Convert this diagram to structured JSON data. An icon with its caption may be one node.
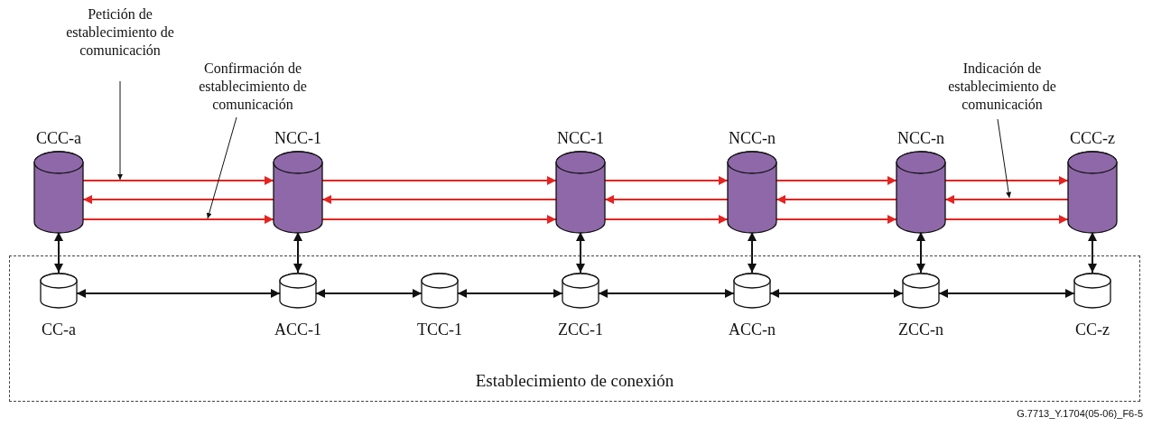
{
  "diagram": {
    "nodes": [
      {
        "text": [
          "CCC-a"
        ]
      },
      {
        "text": [
          "NCC-1"
        ]
      },
      {
        "text": [
          "NCC-1"
        ]
      },
      {
        "text": [
          "NCC-n"
        ]
      },
      {
        "text": [
          "NCC-n"
        ]
      },
      {
        "text": [
          "CCC-z"
        ]
      },
      {
        "text": [
          "Establecimiento de conexión"
        ]
      },
      {
        "text": [
          "CC-a"
        ],
        "in": 6
      },
      {
        "text": [
          "ACC-1"
        ],
        "in": 6
      },
      {
        "text": [
          "TCC-1"
        ],
        "in": 6
      },
      {
        "text": [
          "ZCC-1"
        ],
        "in": 6
      },
      {
        "text": [
          "ACC-n"
        ],
        "in": 6
      },
      {
        "text": [
          "ZCC-n"
        ],
        "in": 6
      },
      {
        "text": [
          "CC-z"
        ],
        "in": 6
      },
      {
        "text": [
          "Petición de establecimiento de comunicación"
        ]
      },
      {
        "text": [
          "Confirmación de establecimiento de comunicación"
        ]
      },
      {
        "text": [
          "Indicación de establecimiento de comunicación"
        ]
      }
    ],
    "edges": [
      {
        "from": 0,
        "to": 1,
        "arrow": "to",
        "color": "#e52421"
      },
      {
        "from": 1,
        "to": 0,
        "arrow": "to",
        "color": "#e52421"
      },
      {
        "from": 0,
        "to": 1,
        "arrow": "to",
        "color": "#e52421"
      },
      {
        "from": 1,
        "to": 2,
        "arrow": "to",
        "color": "#e52421"
      },
      {
        "from": 2,
        "to": 1,
        "arrow": "to",
        "color": "#e52421"
      },
      {
        "from": 1,
        "to": 2,
        "arrow": "to",
        "color": "#e52421"
      },
      {
        "from": 2,
        "to": 3,
        "arrow": "to",
        "color": "#e52421"
      },
      {
        "from": 3,
        "to": 2,
        "arrow": "to",
        "color": "#e52421"
      },
      {
        "from": 2,
        "to": 3,
        "arrow": "to",
        "color": "#e52421"
      },
      {
        "from": 3,
        "to": 4,
        "arrow": "to",
        "color": "#e52421"
      },
      {
        "from": 4,
        "to": 3,
        "arrow": "to",
        "color": "#e52421"
      },
      {
        "from": 3,
        "to": 4,
        "arrow": "to",
        "color": "#e52421"
      },
      {
        "from": 4,
        "to": 5,
        "arrow": "to",
        "color": "#e52421"
      },
      {
        "from": 5,
        "to": 4,
        "arrow": "to",
        "color": "#e52421"
      },
      {
        "from": 4,
        "to": 5,
        "arrow": "to",
        "color": "#e52421"
      },
      {
        "from": 0,
        "to": 7,
        "arrow": "both",
        "color": "#111111"
      },
      {
        "from": 1,
        "to": 8,
        "arrow": "both",
        "color": "#111111"
      },
      {
        "from": 2,
        "to": 10,
        "arrow": "both",
        "color": "#111111"
      },
      {
        "from": 3,
        "to": 11,
        "arrow": "both",
        "color": "#111111"
      },
      {
        "from": 4,
        "to": 12,
        "arrow": "both",
        "color": "#111111"
      },
      {
        "from": 5,
        "to": 13,
        "arrow": "both",
        "color": "#111111"
      },
      {
        "from": 7,
        "to": 8,
        "arrow": "both",
        "color": "#111111"
      },
      {
        "from": 8,
        "to": 9,
        "arrow": "both",
        "color": "#111111"
      },
      {
        "from": 9,
        "to": 10,
        "arrow": "both",
        "color": "#111111"
      },
      {
        "from": 10,
        "to": 11,
        "arrow": "both",
        "color": "#111111"
      },
      {
        "from": 11,
        "to": 12,
        "arrow": "both",
        "color": "#111111"
      },
      {
        "from": 12,
        "to": 13,
        "arrow": "both",
        "color": "#111111"
      },
      {
        "from": 14,
        "to": null,
        "arrow": "to",
        "color": "#111111"
      },
      {
        "from": 15,
        "to": null,
        "arrow": "to",
        "color": "#111111"
      },
      {
        "from": 16,
        "to": null,
        "arrow": "to",
        "color": "#111111"
      }
    ],
    "labels": [
      "G.7713_Y.1704(05-06)_F6-5"
    ]
  }
}
